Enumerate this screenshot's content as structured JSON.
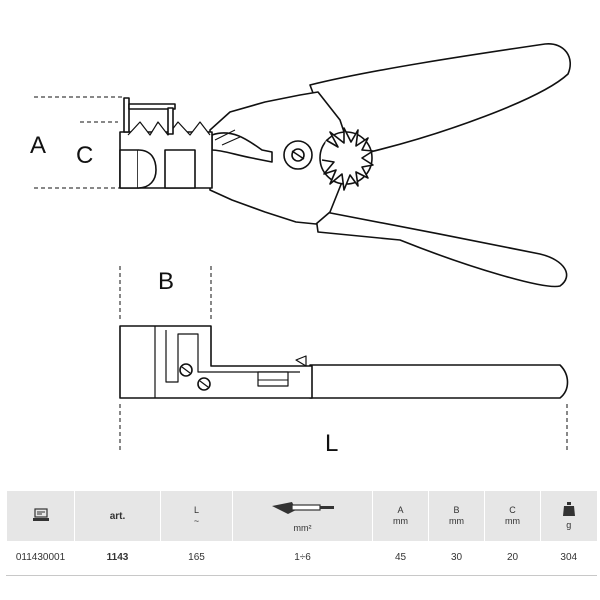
{
  "dimension_labels": {
    "a": "A",
    "b": "B",
    "c": "C",
    "l": "L"
  },
  "table": {
    "headers": {
      "code_icon": "barcode-terminal-icon",
      "art": "art.",
      "length": {
        "label": "L",
        "unit": "~"
      },
      "cross_section": {
        "icon": "wire-cable-icon",
        "unit": "mm²"
      },
      "a": {
        "label": "A",
        "unit": "mm"
      },
      "b": {
        "label": "B",
        "unit": "mm"
      },
      "c": {
        "label": "C",
        "unit": "mm"
      },
      "weight": {
        "icon": "weight-icon",
        "unit": "g"
      }
    },
    "rows": [
      {
        "code": "011430001",
        "art": "1143",
        "length": "165",
        "cross_section": "1÷6",
        "a": "45",
        "b": "30",
        "c": "20",
        "weight": "304"
      }
    ]
  },
  "colors": {
    "header_bg": "#e6e6e6",
    "line": "#111111"
  }
}
